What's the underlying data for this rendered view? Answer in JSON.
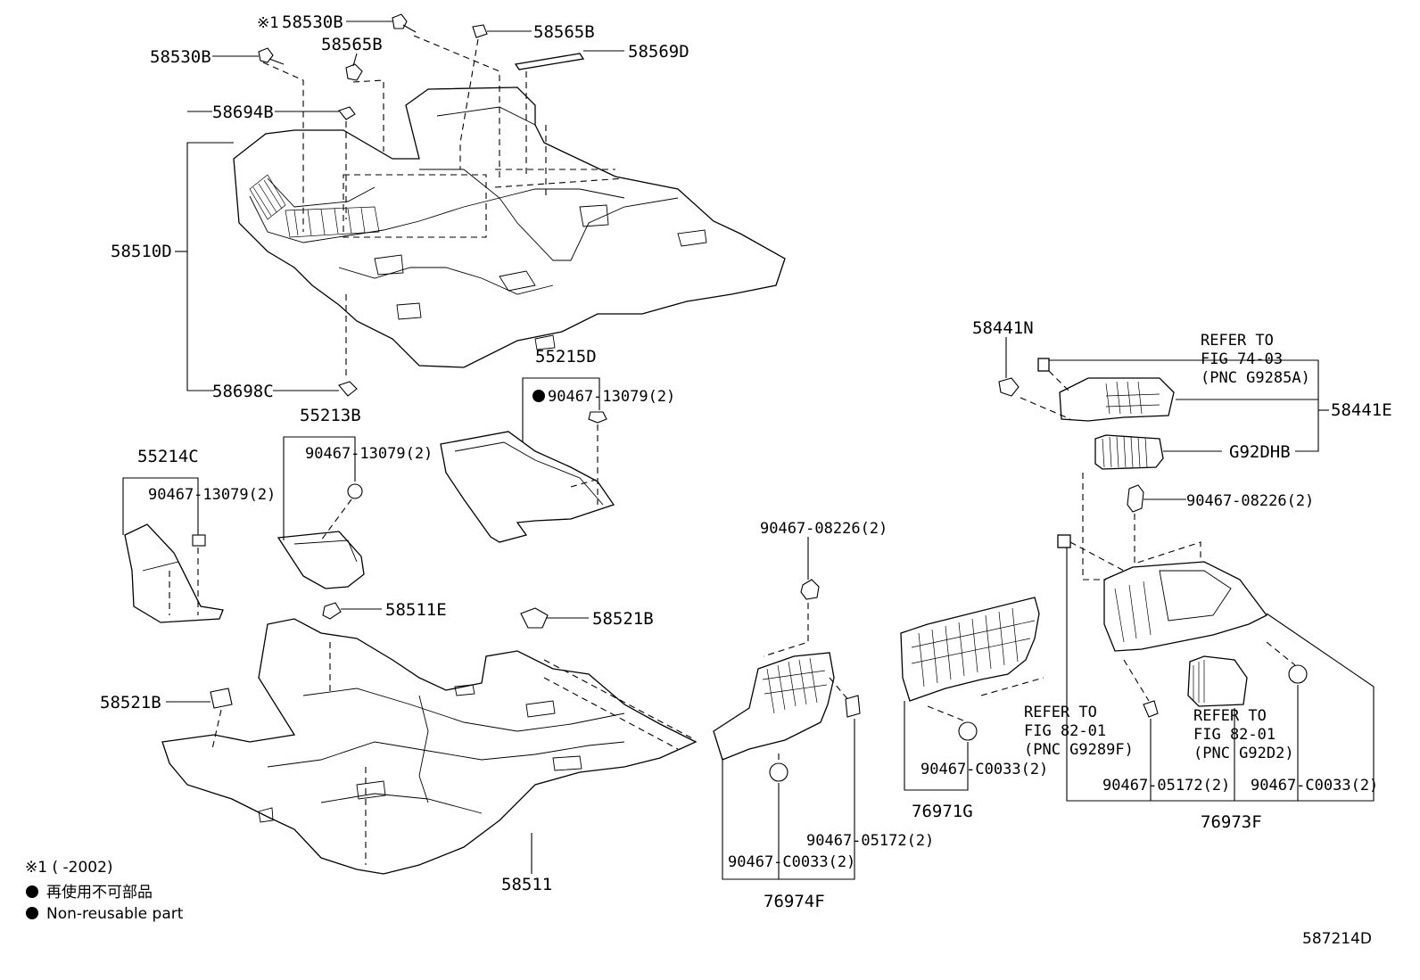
{
  "parts": {
    "p58530B_star": "58530B",
    "p58530B_star_prefix": "※1",
    "p58565B_top": "58565B",
    "p58565B": "58565B",
    "p58569D": "58569D",
    "p58530B": "58530B",
    "p58694B": "58694B",
    "p58510D": "58510D",
    "p58698C": "58698C",
    "p55215D": "55215D",
    "p90467_13079_a": "90467-13079(2)",
    "p55213B": "55213B",
    "p90467_13079_b": "90467-13079(2)",
    "p55214C": "55214C",
    "p90467_13079_c": "90467-13079(2)",
    "p58511E": "58511E",
    "p58521B_right": "58521B",
    "p58521B_left": "58521B",
    "p58511": "58511",
    "p90467_08226_a": "90467-08226(2)",
    "p90467_C0033_a": "90467-C0033(2)",
    "p90467_05172_a": "90467-05172(2)",
    "p76974F": "76974F",
    "p90467_C0033_b": "90467-C0033(2)",
    "p76971G": "76971G",
    "p58441N": "58441N",
    "p58441E": "58441E",
    "pG92DHB": "G92DHB",
    "p90467_08226_b": "90467-08226(2)",
    "p90467_05172_b": "90467-05172(2)",
    "p90467_C0033_c": "90467-C0033(2)",
    "p76973F": "76973F"
  },
  "references": {
    "ref1_line1": "REFER TO",
    "ref1_line2": "FIG 74-03",
    "ref1_line3": "(PNC G9285A)",
    "ref2_line1": "REFER TO",
    "ref2_line2": "FIG 82-01",
    "ref2_line3": "(PNC G9289F)",
    "ref3_line1": "REFER TO",
    "ref3_line2": "FIG 82-01",
    "ref3_line3": "(PNC G92D2)"
  },
  "notes": {
    "note1": "※1 (      -2002)",
    "note2": "再使用不可部品",
    "note3": "Non-reusable part"
  },
  "figure_id": "587214D"
}
